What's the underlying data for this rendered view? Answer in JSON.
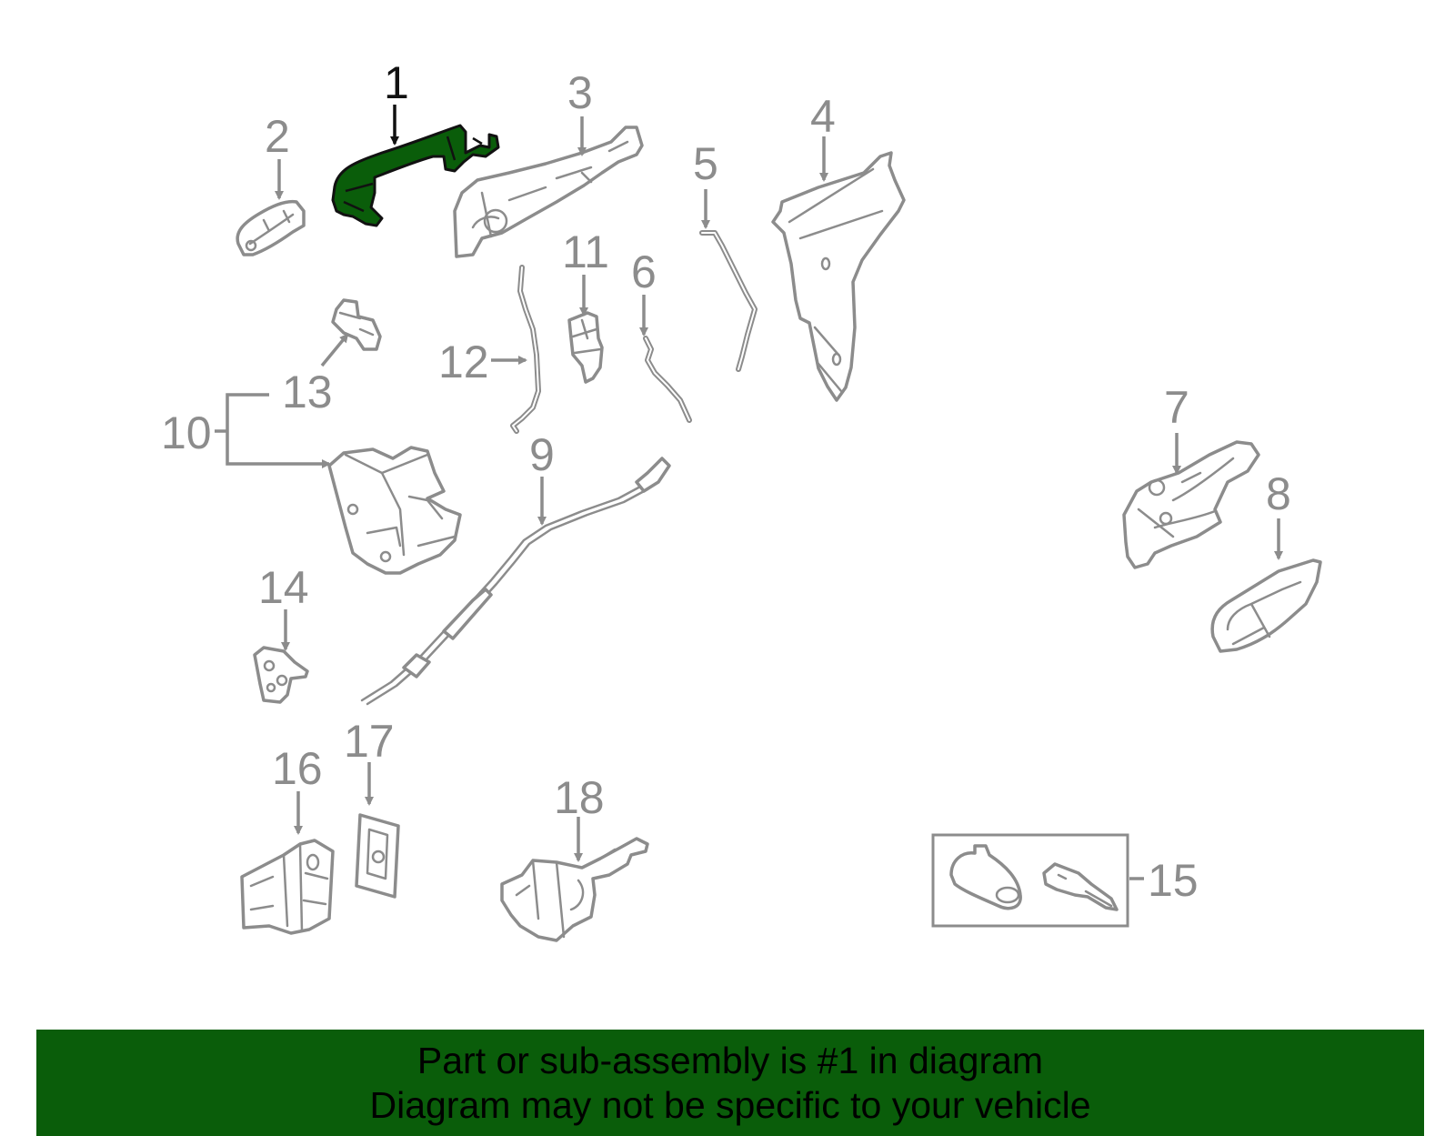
{
  "callouts": {
    "c1": "1",
    "c2": "2",
    "c3": "3",
    "c4": "4",
    "c5": "5",
    "c6": "6",
    "c7": "7",
    "c8": "8",
    "c9": "9",
    "c10": "10",
    "c11": "11",
    "c12": "12",
    "c13": "13",
    "c14": "14",
    "c15": "15",
    "c16": "16",
    "c17": "17",
    "c18": "18"
  },
  "highlighted_part": "1",
  "colors": {
    "highlight_fill": "#0a5d0a",
    "banner_background": "#0a5d0a",
    "part_line": "#8c8c8c",
    "highlight_label": "#111111"
  },
  "banner": {
    "line1": "Part or sub-assembly is #1 in diagram",
    "line2": "Diagram may not be specific to your vehicle"
  }
}
